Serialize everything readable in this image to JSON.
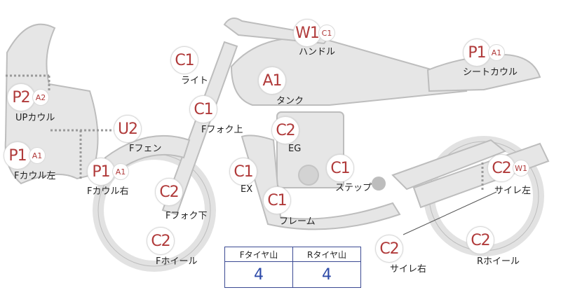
{
  "parts": [
    {
      "id": "handle",
      "code": "W1",
      "sub": "C1",
      "label": "ハンドル"
    },
    {
      "id": "light",
      "code": "C1",
      "sub": "",
      "label": "ライト"
    },
    {
      "id": "tank",
      "code": "A1",
      "sub": "",
      "label": "タンク"
    },
    {
      "id": "seat-cowl",
      "code": "P1",
      "sub": "A1",
      "label": "シートカウル"
    },
    {
      "id": "up-cowl",
      "code": "P2",
      "sub": "A2",
      "label": "UPカウル"
    },
    {
      "id": "f-fork-upper",
      "code": "C1",
      "sub": "",
      "label": "Fフォク上"
    },
    {
      "id": "f-fender",
      "code": "U2",
      "sub": "",
      "label": "Fフェン"
    },
    {
      "id": "eg",
      "code": "C2",
      "sub": "",
      "label": "EG"
    },
    {
      "id": "f-cowl-left",
      "code": "P1",
      "sub": "A1",
      "label": "Fカウル左"
    },
    {
      "id": "f-cowl-right",
      "code": "P1",
      "sub": "A1",
      "label": "Fカウル右"
    },
    {
      "id": "ex",
      "code": "C1",
      "sub": "",
      "label": "EX"
    },
    {
      "id": "step",
      "code": "C1",
      "sub": "",
      "label": "ステップ"
    },
    {
      "id": "muffler-left",
      "code": "C2",
      "sub": "W1",
      "label": "サイレ左"
    },
    {
      "id": "f-fork-lower",
      "code": "C2",
      "sub": "",
      "label": "Fフォク下"
    },
    {
      "id": "frame",
      "code": "C1",
      "sub": "",
      "label": "フレーム"
    },
    {
      "id": "f-wheel",
      "code": "C2",
      "sub": "",
      "label": "Fホイール"
    },
    {
      "id": "muffler-right",
      "code": "C2",
      "sub": "",
      "label": "サイレ右"
    },
    {
      "id": "r-wheel",
      "code": "C2",
      "sub": "",
      "label": "Rホイール"
    }
  ],
  "tire_table": {
    "headers": [
      "Fタイヤ山",
      "Rタイヤ山"
    ],
    "values": [
      "4",
      "4"
    ]
  },
  "colors": {
    "code_text": "#b03a3a",
    "bike_fill": "#e3e3e3",
    "bike_stroke": "#b9b9b9",
    "table_border": "#3b4a93",
    "table_value": "#2d4aa8"
  }
}
